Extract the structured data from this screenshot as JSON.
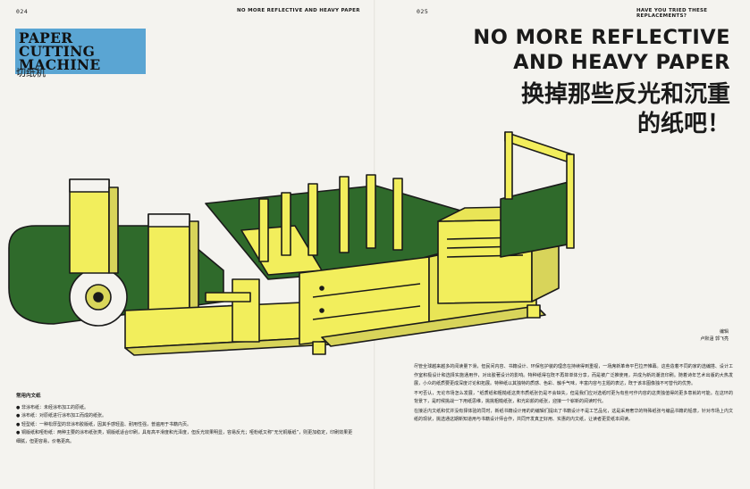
{
  "left_page": {
    "folio": "024",
    "running_head": "NO MORE REFLECTIVE AND HEAVY PAPER",
    "section_label": [
      "PAPER CUTTING",
      "MACHINE"
    ],
    "section_label_cn": "切纸机",
    "sidebar": {
      "heading": "常用内文纸",
      "items": [
        "● 非涂布纸：未经涂布加工的原纸。",
        "● 涂布纸：对原纸进行涂布加工而成的纸张。",
        "● 轻型纸：一种松厚型的非涂布胶版纸，因其手感轻盈、耐用性强，普遍用于书籍内页。",
        "● 铜版纸和哑粉纸：两种主要的涂布纸张类，铜版纸适合印刷，具有高平滑度和光泽度，但反光效果明显，容易反光；哑粉纸又称“无光铜版纸”，则更加稳定，印刷效果更细腻，但更容易，价格更高。"
      ]
    }
  },
  "right_page": {
    "folio": "025",
    "running_head": "HAVE YOU TRIED THESE REPLACEMENTS?",
    "headline_en": [
      "NO MORE REFLECTIVE",
      "AND HEAVY PAPER"
    ],
    "headline_cn": [
      "换掉那些反光和沉重",
      "的纸吧！"
    ],
    "credit": [
      "编辑",
      "卢默涵  郭飞亮"
    ],
    "body": [
      "尽管全球越来越多的阅读量下滑，但民间内容、书籍设计、环保包护装的理念在持续得到重视，一场席新革命平巴拉开帷幕。这些造着不同的家的选编搭、设计工作室积极设计和选择实施通用作，对出胶著设计的影响。特种纸得在既不再抑单体分享，而是被广泛推使用，并成为新的潮流印刷。随着诗年艺术出版的大热发展，小众的纸质要更成深度讨论和拓展。特种纸以其独特的质感、色彩、触手气味，丰富内容与主题的表达，既于该本图像独不可替代的优势。",
      "不可否认，无论市场怎么发展，“纸质纸和粗糙纸这类市质纸张仍是不会缺失，但是我们应对选纸时更为有些可作内容的这类独值得的更多意就的可能。在这环的背景下，是时候挑战一下用纸思维，挑挑粗糙纸张，和光彩颜的纸张，迎接一个崭新的阅读时代。",
      "在接近内文纸和优并没有择体验的同时，新纸书籍设计用的的编辑们提出了书籍设计不是工艺品化，这是采用奢华的特殊纸张与编品书籍的铅意，针对市场上内文纸的现状，挑选通这期新知道用与书籍设计师合作，共同开发真正好用、实惠的内文纸，让读者更爱纸本阅读。"
    ]
  }
}
